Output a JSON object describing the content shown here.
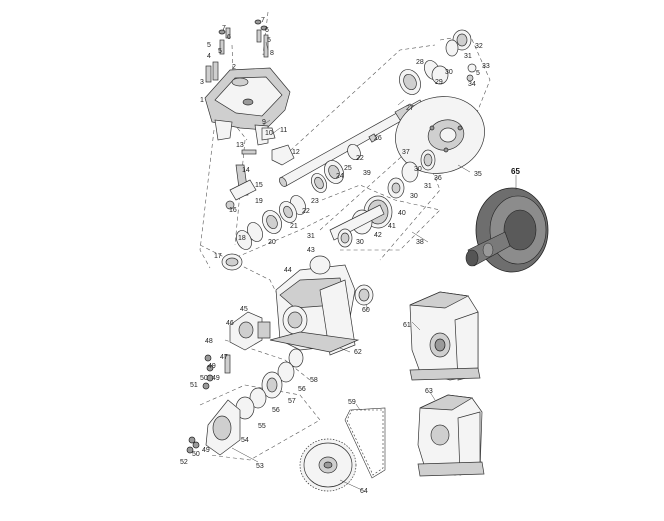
{
  "diagram": {
    "part_numbers": [
      "1",
      "2",
      "3",
      "4",
      "5",
      "6",
      "7",
      "8",
      "9",
      "10",
      "11",
      "12",
      "13",
      "14",
      "15",
      "16",
      "17",
      "18",
      "19",
      "20",
      "21",
      "22",
      "23",
      "24",
      "25",
      "26",
      "27",
      "28",
      "29",
      "30",
      "31",
      "32",
      "33",
      "34",
      "35",
      "36",
      "37",
      "38",
      "39",
      "40",
      "41",
      "42",
      "43",
      "44",
      "45",
      "46",
      "47",
      "48",
      "49",
      "50",
      "51",
      "52",
      "53",
      "54",
      "55",
      "56",
      "57",
      "58",
      "59",
      "60",
      "61",
      "62",
      "63",
      "64",
      "65"
    ]
  }
}
